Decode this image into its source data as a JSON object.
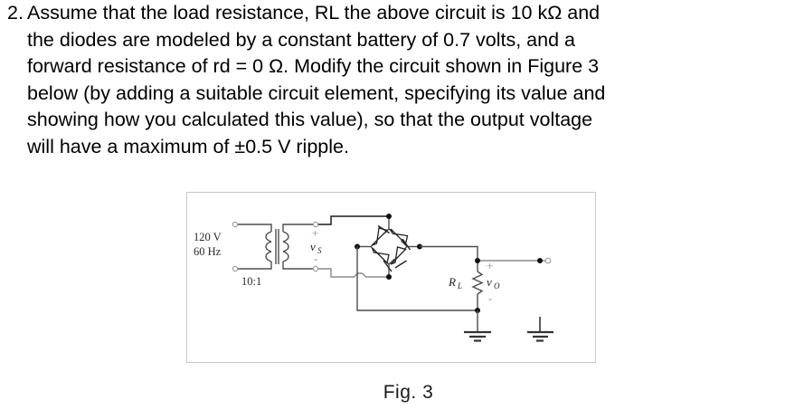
{
  "question": {
    "number": "2.",
    "lines": [
      "Assume that the load resistance, RL the above circuit is 10 kΩ and",
      "the diodes are modeled by a constant battery of 0.7 volts, and a",
      "forward resistance of rd = 0 Ω. Modify the circuit shown in Figure 3",
      "below (by adding a suitable circuit element, specifying its value and",
      "showing how you calculated this value), so that the output voltage",
      "will have a maximum of ±0.5 V ripple."
    ]
  },
  "figure": {
    "caption": "Fig.  3",
    "labels": {
      "source_voltage": "120 V",
      "source_frequency": "60 Hz",
      "turns_ratio": "10:1",
      "secondary_voltage": "v",
      "secondary_voltage_sub": "S",
      "secondary_plus": "+",
      "secondary_minus": "-",
      "load_resistor": "R",
      "load_resistor_sub": "L",
      "output_voltage": "v",
      "output_voltage_sub": "O",
      "output_plus": "+",
      "output_minus": "-"
    },
    "components": [
      "transformer-primary-coil",
      "transformer-secondary-coil",
      "diode-bridge-rectifier",
      "load-resistor",
      "ground-symbol-left",
      "ground-symbol-right",
      "output-terminal"
    ],
    "colors": {
      "border": "#c9c9c9",
      "wire_dark": "#1a1a1a",
      "wire_gray": "#8c8c8c",
      "sign_blue": "#7d90ad",
      "node": "#111111"
    }
  }
}
